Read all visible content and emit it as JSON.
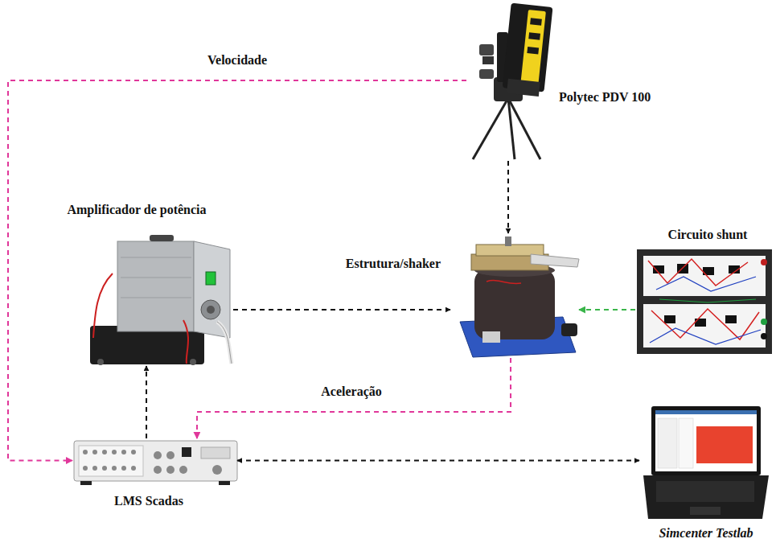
{
  "diagram": {
    "nodes": [
      {
        "text": [
          "Polytec PDV 100"
        ]
      },
      {
        "text": [
          "Amplificador de potência"
        ]
      },
      {
        "text": [
          "Estrutura/shaker"
        ]
      },
      {
        "text": [
          "Circuito shunt"
        ]
      },
      {
        "text": [
          "LMS Scadas"
        ]
      },
      {
        "text": [
          "Simcenter Testlab"
        ]
      }
    ],
    "edges": [
      {
        "from": 0,
        "to": 4,
        "arrow": "to",
        "label": "Velocidade"
      },
      {
        "from": 0,
        "to": 2,
        "arrow": "to"
      },
      {
        "from": 1,
        "to": 2,
        "arrow": "to"
      },
      {
        "from": 3,
        "to": 2,
        "arrow": "to"
      },
      {
        "from": 2,
        "to": 4,
        "arrow": "to",
        "label": "Aceleração"
      },
      {
        "from": 4,
        "to": 1,
        "arrow": "to"
      },
      {
        "from": 4,
        "to": 5,
        "arrow": "both"
      }
    ]
  }
}
